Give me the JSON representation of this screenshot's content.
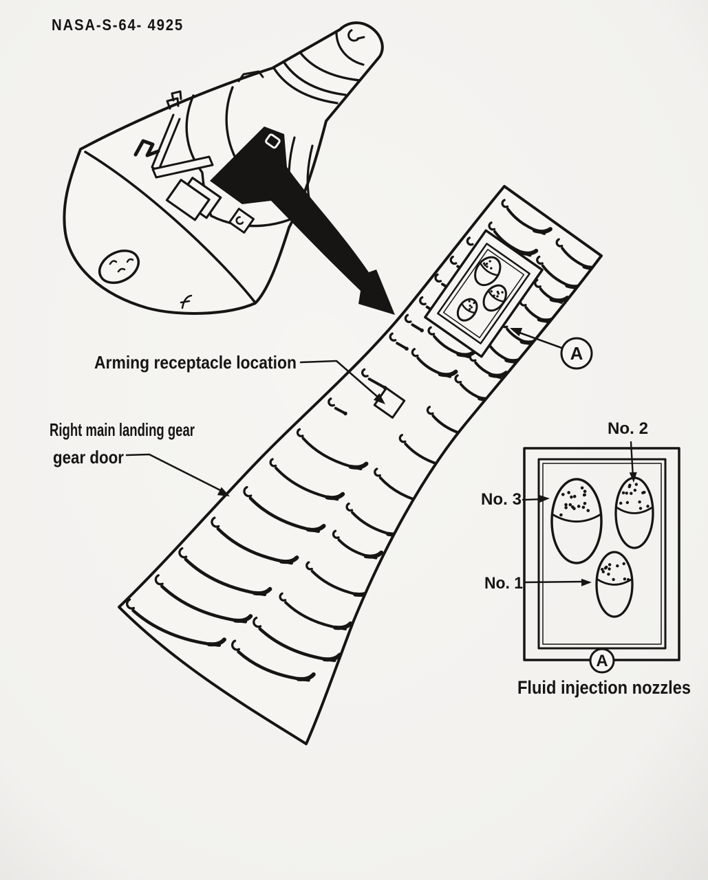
{
  "header": {
    "figure_number": "NASA-S-64- 4925"
  },
  "colors": {
    "background": "#f6f5f2",
    "ink": "#171513"
  },
  "diagram": {
    "arming_label": "Arming receptacle location",
    "door_label_line1": "Right main landing gear",
    "door_label_line2": "gear door",
    "detail_marker": "A"
  },
  "detail": {
    "marker": "A",
    "caption": "Fluid injection nozzles",
    "nozzle_1": "No. 1",
    "nozzle_2": "No. 2",
    "nozzle_3": "No. 3"
  }
}
